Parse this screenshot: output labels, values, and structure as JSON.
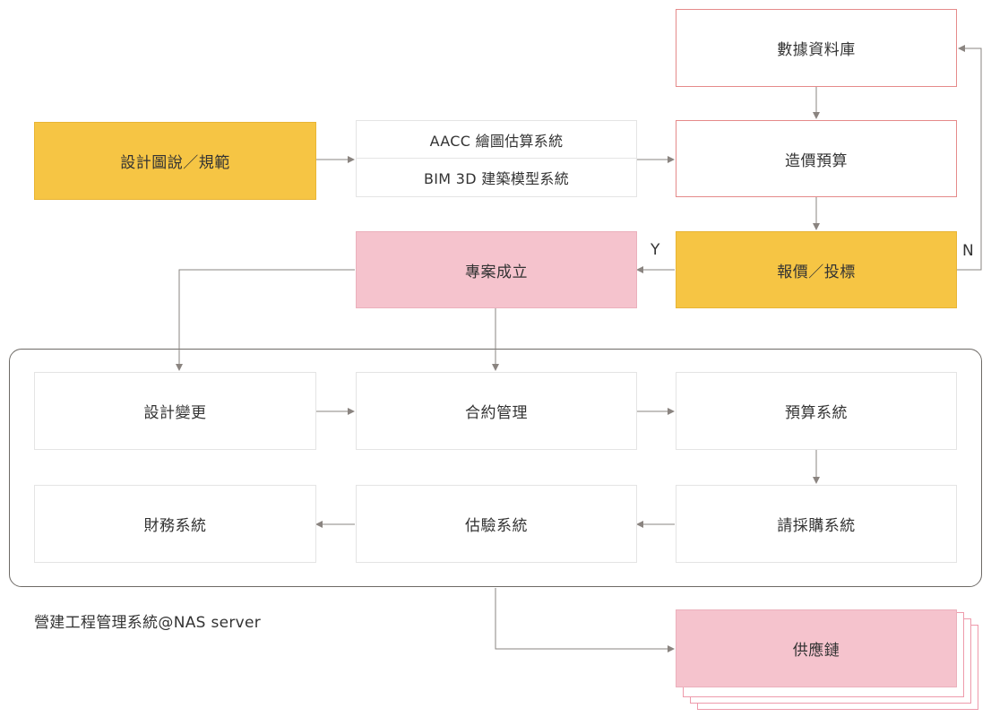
{
  "nodes": {
    "database": "數據資料庫",
    "cost_budget": "造價預算",
    "design_drawings": "設計圖說／規範",
    "aacc_system": "AACC 繪圖估算系統",
    "bim_system": "BIM 3D 建築模型系統",
    "quote_bid": "報價／投標",
    "project_established": "專案成立",
    "design_change": "設計變更",
    "contract_management": "合約管理",
    "budget_system": "預算系統",
    "procurement_system": "請採購系統",
    "estimate_system": "估驗系統",
    "finance_system": "財務系統",
    "supply_chain": "供應鏈"
  },
  "edge_labels": {
    "yes": "Y",
    "no": "N"
  },
  "group_label": "營建工程管理系統@NAS server",
  "colors": {
    "accent_yellow": "#f6c544",
    "accent_pink": "#f5c3cd",
    "accent_red_border": "#e58a8a",
    "arrow": "#8a8480"
  }
}
